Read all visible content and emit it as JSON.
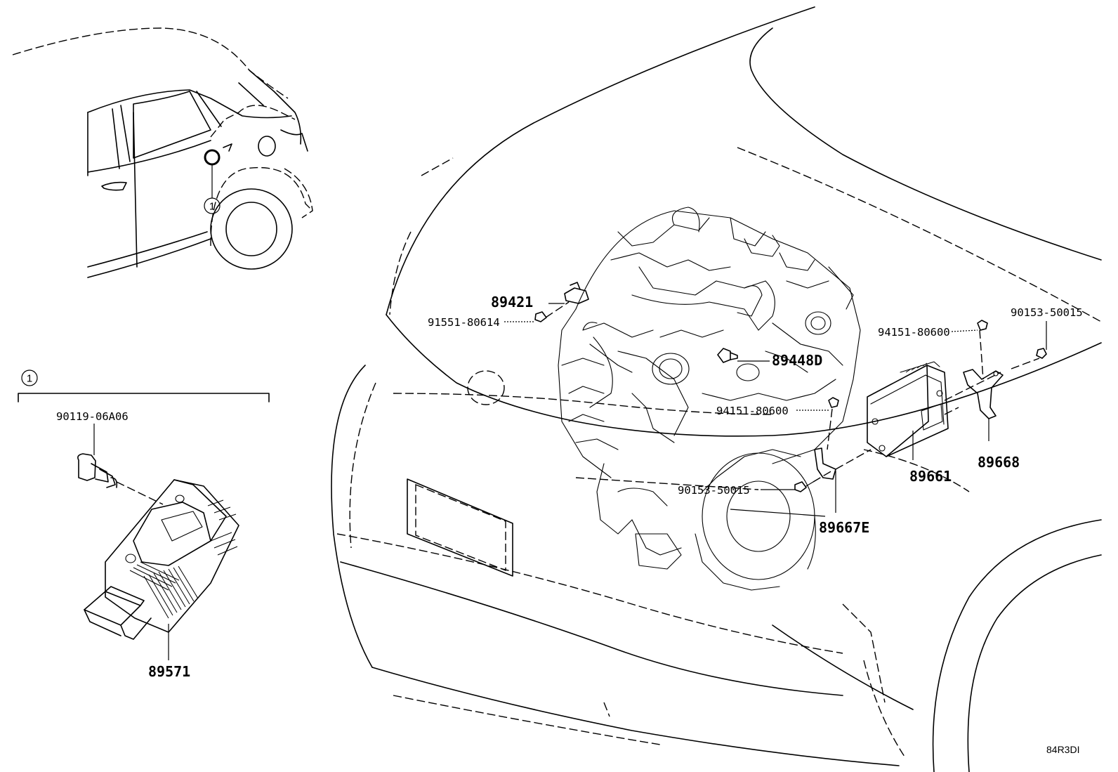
{
  "diagram": {
    "callout_symbol": "1",
    "inset_callout_symbol": "1",
    "drawing_code": "84R3DI"
  },
  "parts": {
    "p89421": "89421",
    "p91551": "91551-80614",
    "p89448d": "89448D",
    "p94151_top": "94151-80600",
    "p90153_top": "90153-50015",
    "p94151_mid": "94151-80600",
    "p90153_mid": "90153-50015",
    "p89661": "89661",
    "p89668": "89668",
    "p89667e": "89667E",
    "p90119": "90119-06A06",
    "p89571": "89571"
  }
}
